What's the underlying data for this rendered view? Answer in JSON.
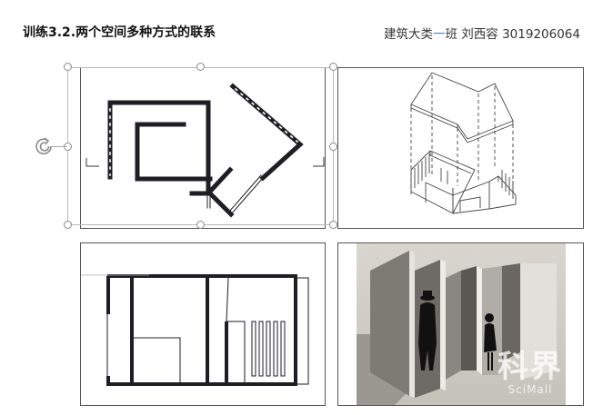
{
  "header": {
    "title": "训练3.2.两个空间多种方式的联系",
    "author_prefix": "建筑大类",
    "author_dash": "一",
    "author_suffix": "班 刘西容 3019206064"
  },
  "images": [
    {
      "id": "plan-drawing",
      "description": "floor plan of two connected spaces",
      "selected": true
    },
    {
      "id": "axonometric-drawing",
      "description": "exploded axonometric sketch"
    },
    {
      "id": "section-drawing",
      "description": "elevation/section drawing"
    },
    {
      "id": "perspective-sketch",
      "description": "pencil perspective with silhouettes"
    }
  ],
  "watermark": {
    "cn": "科界",
    "en": "SciMall"
  },
  "colors": {
    "ink": "#1a1a1f",
    "frame_border": "#555555",
    "handle": "#8a8a8a",
    "accent_dash": "#4a7bd0"
  }
}
